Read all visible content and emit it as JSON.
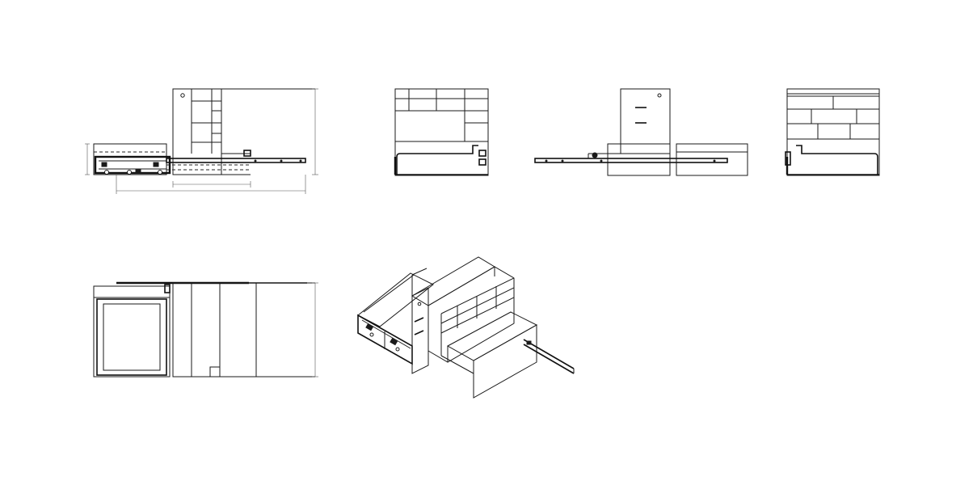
{
  "drawing": {
    "views": [
      {
        "id": "front-elevation-dimensioned"
      },
      {
        "id": "side-elevation-shelves-left"
      },
      {
        "id": "back-elevation"
      },
      {
        "id": "side-elevation-shelves-right"
      },
      {
        "id": "top-plan-view"
      },
      {
        "id": "isometric-view"
      }
    ]
  }
}
